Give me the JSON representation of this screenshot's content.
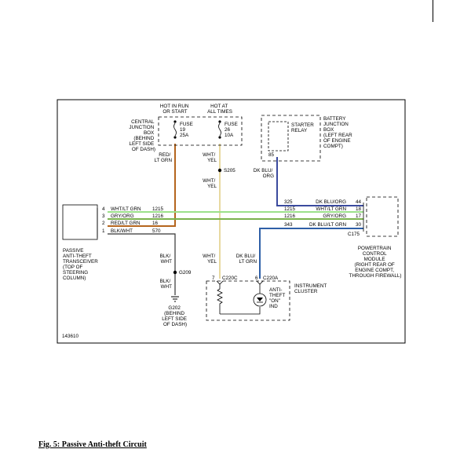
{
  "figure": {
    "id": "143610",
    "caption": "Fig. 5: Passive Anti-theft Circuit"
  },
  "colors": {
    "red_lt_grn": "#b5651d",
    "gry_org": "#7ab24d",
    "dk_blu_org": "#3b4a9e",
    "wht_lt_grn": "#9be08a",
    "blk_wht": "#333333",
    "wht_yel": "#e8d9a0",
    "dk_blu_lt_grn": "#2e5fa7"
  },
  "power": {
    "hot_run": [
      "HOT IN RUN",
      "OR START"
    ],
    "hot_all": [
      "HOT AT",
      "ALL TIMES"
    ]
  },
  "cjb": {
    "label": [
      "CENTRAL",
      "JUNCTION",
      "BOX",
      "(BEHIND",
      "LEFT SIDE",
      "OF DASH)"
    ],
    "fuse19": [
      "FUSE",
      "19",
      "25A"
    ],
    "fuse26": [
      "FUSE",
      "26",
      "10A"
    ]
  },
  "bjb": {
    "label": [
      "BATTERY",
      "JUNCTION",
      "BOX",
      "(LEFT REAR",
      "OF ENGINE",
      "COMPT)"
    ],
    "relay": [
      "STARTER",
      "RELAY"
    ],
    "pin": "85"
  },
  "wires": {
    "red_lt_grn": [
      "RED/",
      "LT GRN"
    ],
    "wht_yel_top": [
      "WHT/",
      "YEL"
    ],
    "wht_yel_mid": [
      "WHT/",
      "YEL"
    ],
    "wht_yel_low": [
      "WHT/",
      "YEL"
    ],
    "dk_blu_org": [
      "DK BLU/",
      "ORG"
    ],
    "dk_blu_lt_grn": [
      "DK BLU/",
      "LT GRN"
    ],
    "blk_wht_1": [
      "BLK/",
      "WHT"
    ],
    "blk_wht_2": [
      "BLK/",
      "WHT"
    ]
  },
  "splices": {
    "s205": "S205",
    "g209": "G209"
  },
  "ground": {
    "label": [
      "G202",
      "(BEHIND",
      "LEFT SIDE",
      "OF DASH)"
    ]
  },
  "pats": {
    "label": [
      "PASSIVE",
      "ANTI-THEFT",
      "TRANSCEIVER",
      "(TOP OF",
      "STEERING",
      "COLUMN)"
    ],
    "rows": [
      {
        "pin": "4",
        "color": "WHT/LT GRN",
        "circuit": "1215"
      },
      {
        "pin": "3",
        "color": "GRY/ORG",
        "circuit": "1216"
      },
      {
        "pin": "2",
        "color": "RED/LT GRN",
        "circuit": "16"
      },
      {
        "pin": "1",
        "color": "BLK/WHT",
        "circuit": "570"
      }
    ]
  },
  "pcm": {
    "label": [
      "POWERTRAIN",
      "CONTROL",
      "MODULE",
      "(RIGHT REAR OF",
      "ENGINE COMPT,",
      "THROUGH FIREWALL)"
    ],
    "connector": "C175",
    "rows": [
      {
        "circuit": "325",
        "color": "DK BLU/ORG",
        "pin": "44"
      },
      {
        "circuit": "1215",
        "color": "WHT/LT GRN",
        "pin": "18"
      },
      {
        "circuit": "1216",
        "color": "GRY/ORG",
        "pin": "17"
      },
      {
        "circuit": "343",
        "color": "DK BLU/LT GRN",
        "pin": "30"
      }
    ]
  },
  "cluster": {
    "label": [
      "INSTRUMENT",
      "CLUSTER"
    ],
    "c220c": "C220C",
    "c220a": "C220A",
    "pin7": "7",
    "pin6": "6",
    "lamp": [
      "ANTI-",
      "THEFT",
      "\"ON\"",
      "IND"
    ]
  }
}
